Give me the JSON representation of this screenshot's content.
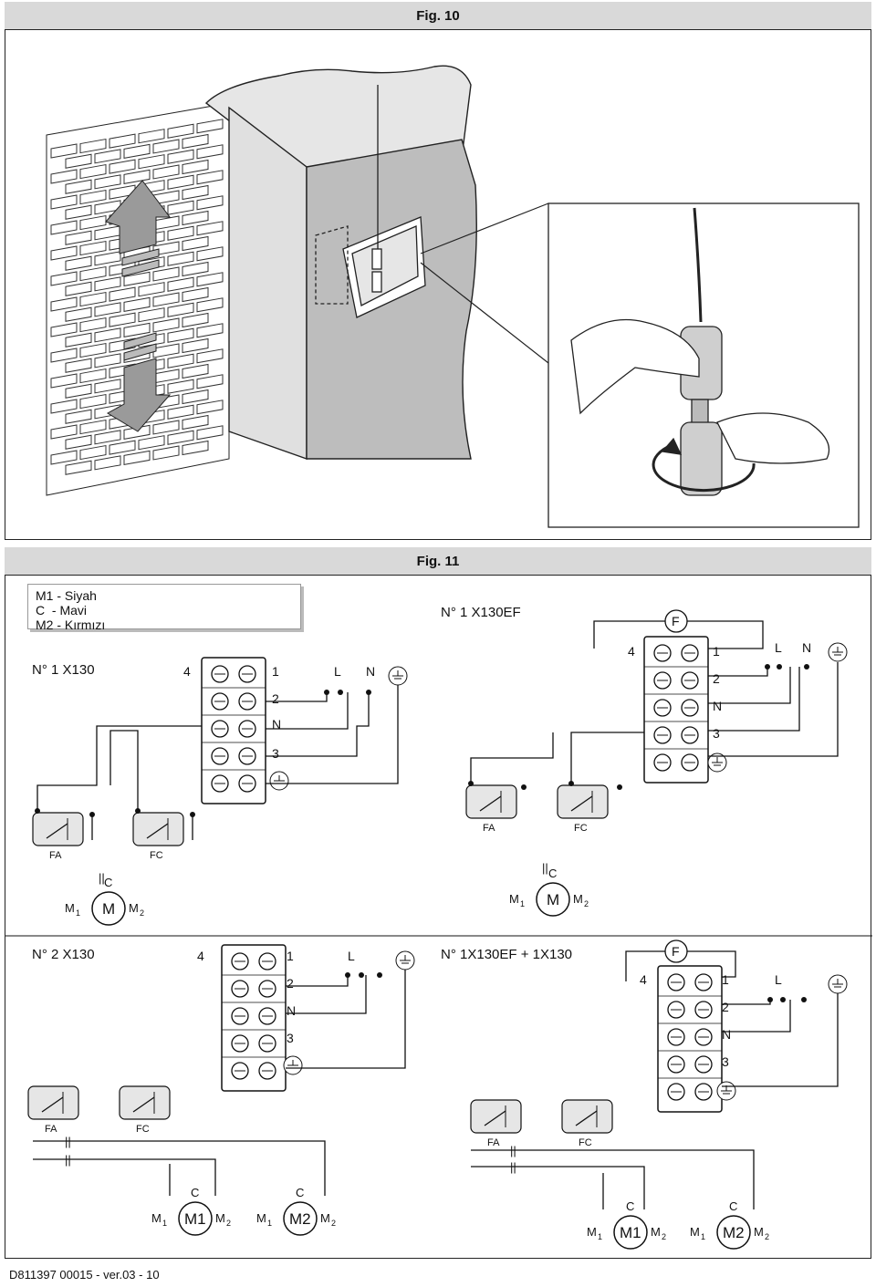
{
  "fig10": {
    "title": "Fig. 10"
  },
  "fig11": {
    "title": "Fig. 11"
  },
  "legend": [
    {
      "code": "M1",
      "sep": "-",
      "text": "Siyah"
    },
    {
      "code": "C",
      "sep": "-",
      "text": "Mavi"
    },
    {
      "code": "M2",
      "sep": "-",
      "text": "Kırmızı"
    }
  ],
  "sections": {
    "s1": "N° 1 X130",
    "s2": "N° 1 X130EF",
    "s3": "N° 2 X130",
    "s4": "N° 1X130EF + 1X130"
  },
  "terminals": {
    "t4": "4",
    "t1": "1",
    "t2": "2",
    "tN": "N",
    "t3": "3"
  },
  "supply": {
    "L": "L",
    "N": "N"
  },
  "fuse": "F",
  "switches": {
    "FA": "FA",
    "FC": "FC"
  },
  "motor": {
    "M": "M",
    "M1": "M1",
    "M2": "M2",
    "C": "C",
    "m1": "M",
    "m1sub": "1",
    "m2sub": "2"
  },
  "footer": "D811397 00015 - ver.03 - 10"
}
